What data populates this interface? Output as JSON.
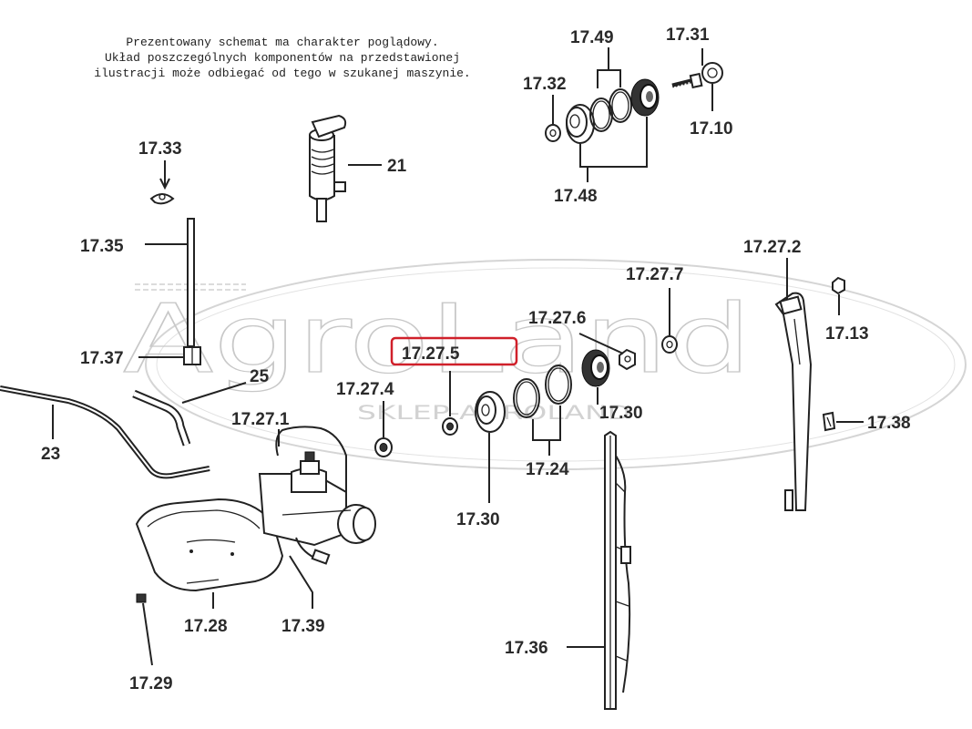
{
  "disclaimer": {
    "line1": "Prezentowany schemat ma charakter poglądowy.",
    "line2": "Układ poszczególnych komponentów na przedstawionej",
    "line3": "ilustracji może odbiegać od tego w szukanej maszynie."
  },
  "watermark": {
    "brand": "AgroLand",
    "subtitle": "SKLEP-AGROLAND"
  },
  "highlight": {
    "part": "17.27.5",
    "color": "#d0202a"
  },
  "labels": {
    "p17_49": "17.49",
    "p17_31": "17.31",
    "p17_32": "17.32",
    "p17_10": "17.10",
    "p17_48": "17.48",
    "p17_33": "17.33",
    "p21": "21",
    "p17_35": "17.35",
    "p17_37": "17.37",
    "p25": "25",
    "p23": "23",
    "p17_27_1": "17.27.1",
    "p17_27_2": "17.27.2",
    "p17_27_7": "17.27.7",
    "p17_13": "17.13",
    "p17_27_6": "17.27.6",
    "p17_27_5": "17.27.5",
    "p17_27_4": "17.27.4",
    "p17_30a": "17.30",
    "p17_30b": "17.30",
    "p17_24": "17.24",
    "p17_38": "17.38",
    "p17_28": "17.28",
    "p17_39": "17.39",
    "p17_29": "17.29",
    "p17_36": "17.36"
  }
}
